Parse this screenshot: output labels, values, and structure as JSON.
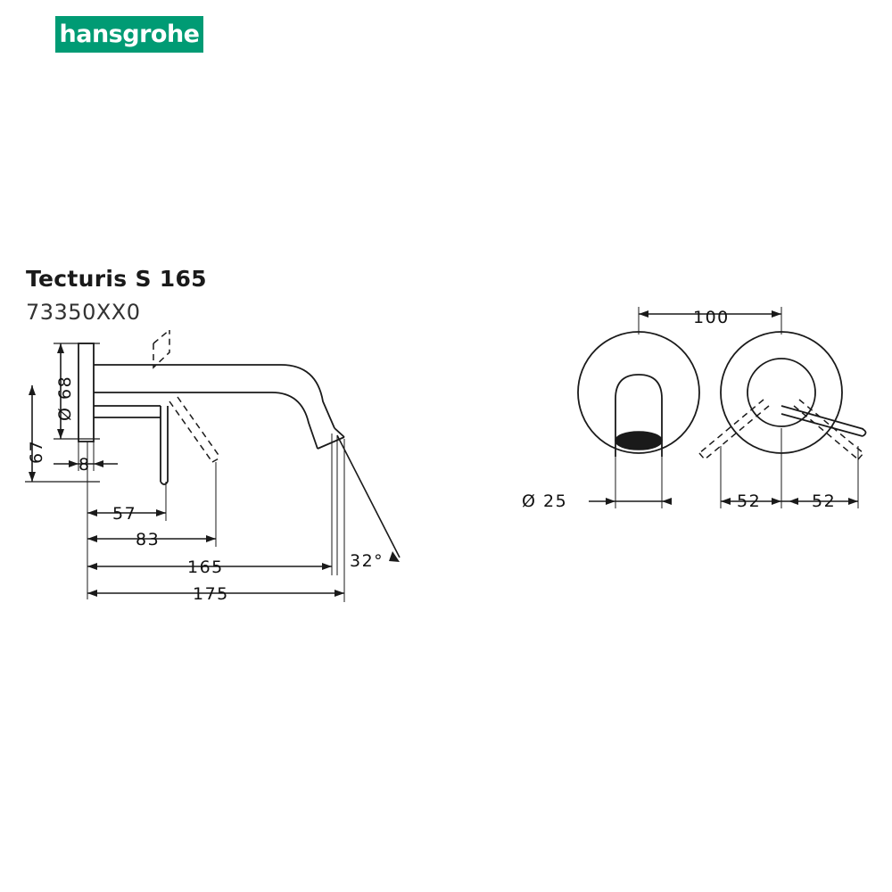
{
  "brand": {
    "logo_text": "hansgrohe",
    "logo_bg": "#009b74",
    "logo_fg": "#ffffff"
  },
  "product": {
    "title": "Tecturis S 165",
    "code": "73350XX0"
  },
  "drawing": {
    "line_color": "#1a1a1a",
    "dashed_color": "#1a1a1a",
    "dimensions": {
      "diameter_68": "Ø 68",
      "height_67": "67",
      "depth_8": "8",
      "reach_57": "57",
      "reach_83": "83",
      "reach_165": "165",
      "reach_175": "175",
      "angle_32": "32°",
      "spread_100": "100",
      "outlet_25": "Ø 25",
      "half_left_52": "52",
      "half_right_52": "52"
    }
  }
}
